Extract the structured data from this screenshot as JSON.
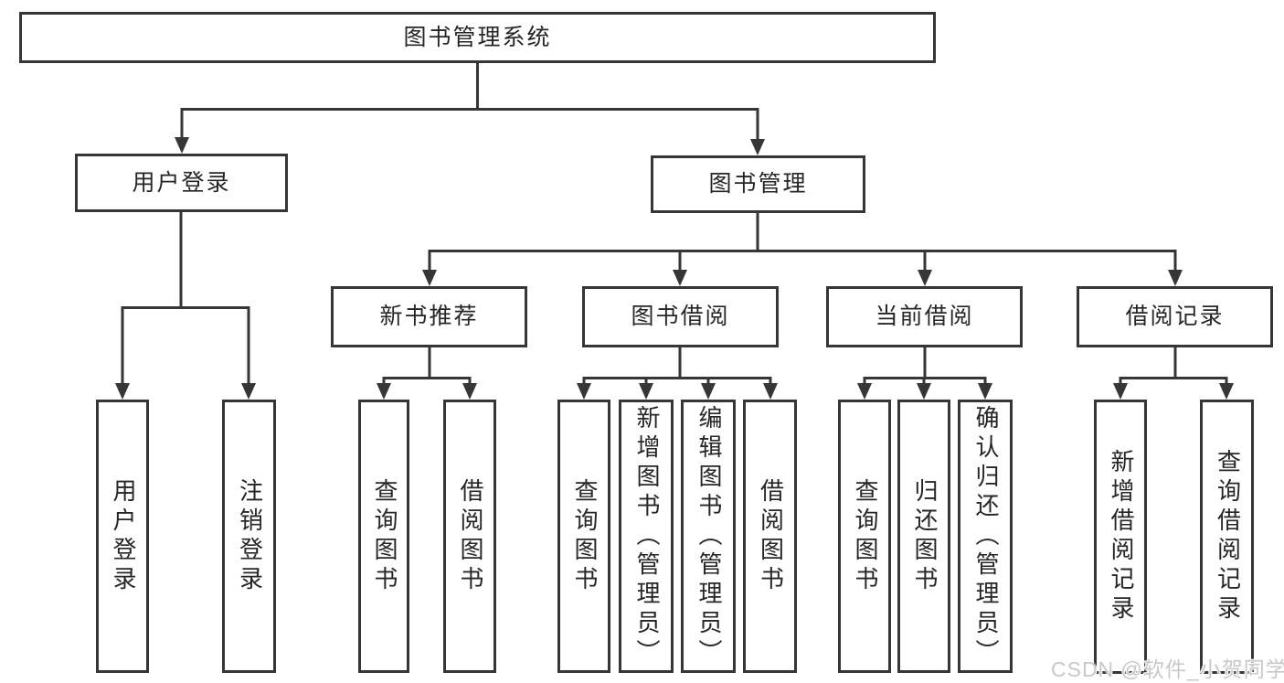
{
  "colors": {
    "line": "#363636",
    "text": "#262626",
    "watermark": "#c8c8c8",
    "background": "#ffffff"
  },
  "watermark": {
    "text": "CSDN @软件_小贺同学"
  },
  "tree": {
    "label": "图书管理系统",
    "children": [
      {
        "label": "用户登录",
        "children": [
          {
            "label": "用户登录"
          },
          {
            "label": "注销登录"
          }
        ]
      },
      {
        "label": "图书管理",
        "children": [
          {
            "label": "新书推荐",
            "children": [
              {
                "label": "查询图书"
              },
              {
                "label": "借阅图书"
              }
            ]
          },
          {
            "label": "图书借阅",
            "children": [
              {
                "label": "查询图书"
              },
              {
                "label": "新增图书（管理员）"
              },
              {
                "label": "编辑图书（管理员）"
              },
              {
                "label": "借阅图书"
              }
            ]
          },
          {
            "label": "当前借阅",
            "children": [
              {
                "label": "查询图书"
              },
              {
                "label": "归还图书"
              },
              {
                "label": "确认归还（管理员）"
              }
            ]
          },
          {
            "label": "借阅记录",
            "children": [
              {
                "label": "新增借阅记录"
              },
              {
                "label": "查询借阅记录"
              }
            ]
          }
        ]
      }
    ]
  }
}
